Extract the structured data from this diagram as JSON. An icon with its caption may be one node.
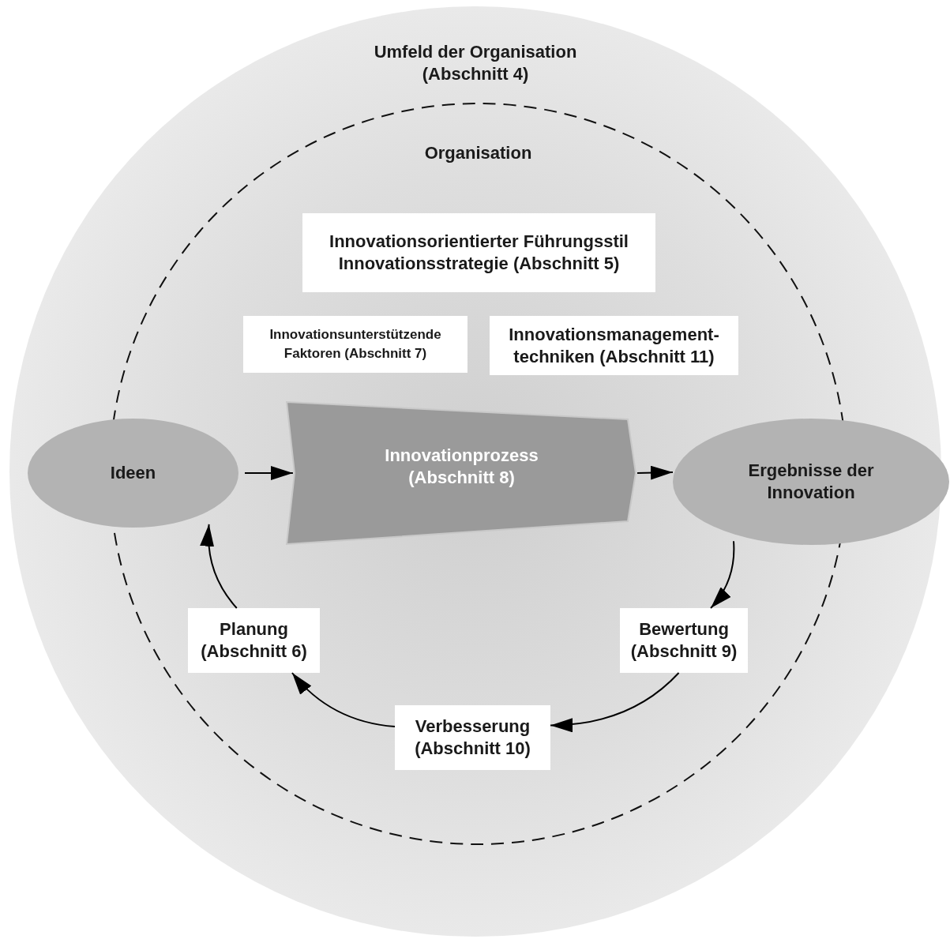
{
  "diagram": {
    "nodes": [
      {
        "text": [
          "Umfeld der Organisation (Abschnitt 4)"
        ]
      },
      {
        "text": [
          "Organisation"
        ],
        "in": 0
      },
      {
        "text": [
          "Innovationsorientierter Führungsstil Innovationsstrategie (Abschnitt 5)"
        ],
        "in": 1
      },
      {
        "text": [
          "Innovationsunterstützende Faktoren (Abschnitt 7)"
        ],
        "in": 1
      },
      {
        "text": [
          "Innovationsmanagement-techniken (Abschnitt 11)"
        ],
        "in": 1
      },
      {
        "text": [
          "Ideen"
        ],
        "in": 0
      },
      {
        "text": [
          "Innovationprozess (Abschnitt 8)"
        ],
        "in": 1
      },
      {
        "text": [
          "Ergebnisse der Innovation"
        ],
        "in": 0
      },
      {
        "text": [
          "Bewertung (Abschnitt 9)"
        ],
        "in": 1
      },
      {
        "text": [
          "Verbesserung (Abschnitt 10)"
        ],
        "in": 1
      },
      {
        "text": [
          "Planung (Abschnitt 6)"
        ],
        "in": 1
      }
    ],
    "edges": [
      {
        "from": 5,
        "to": 6,
        "arrow": "to"
      },
      {
        "from": 6,
        "to": 7,
        "arrow": "to"
      },
      {
        "from": 7,
        "to": 8,
        "arrow": "to"
      },
      {
        "from": 8,
        "to": 9,
        "arrow": "to"
      },
      {
        "from": 9,
        "to": 10,
        "arrow": "to"
      },
      {
        "from": 10,
        "to": 5,
        "arrow": "to"
      }
    ]
  }
}
